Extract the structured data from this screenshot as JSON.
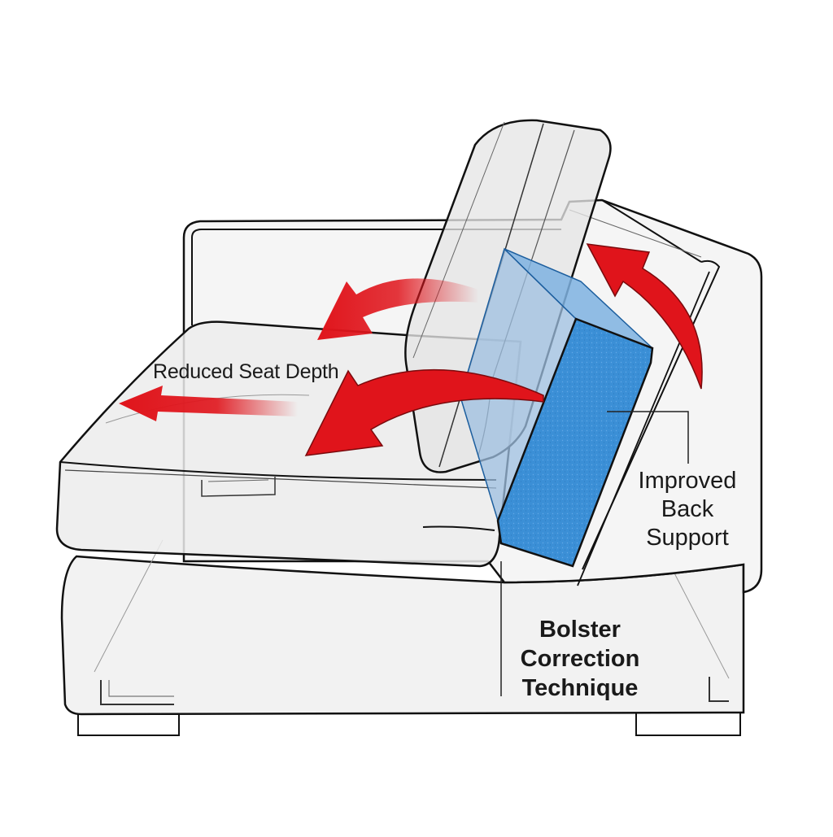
{
  "labels": {
    "reduced_seat_depth": "Reduced Seat Depth",
    "improved_back_support": "Improved Back Support",
    "technique_title": "Bolster Correction Technique"
  },
  "colors": {
    "outline": "#111111",
    "upholstery": "#ececec",
    "bolster": "#3b8fd6",
    "arrow": "#e0141b"
  }
}
